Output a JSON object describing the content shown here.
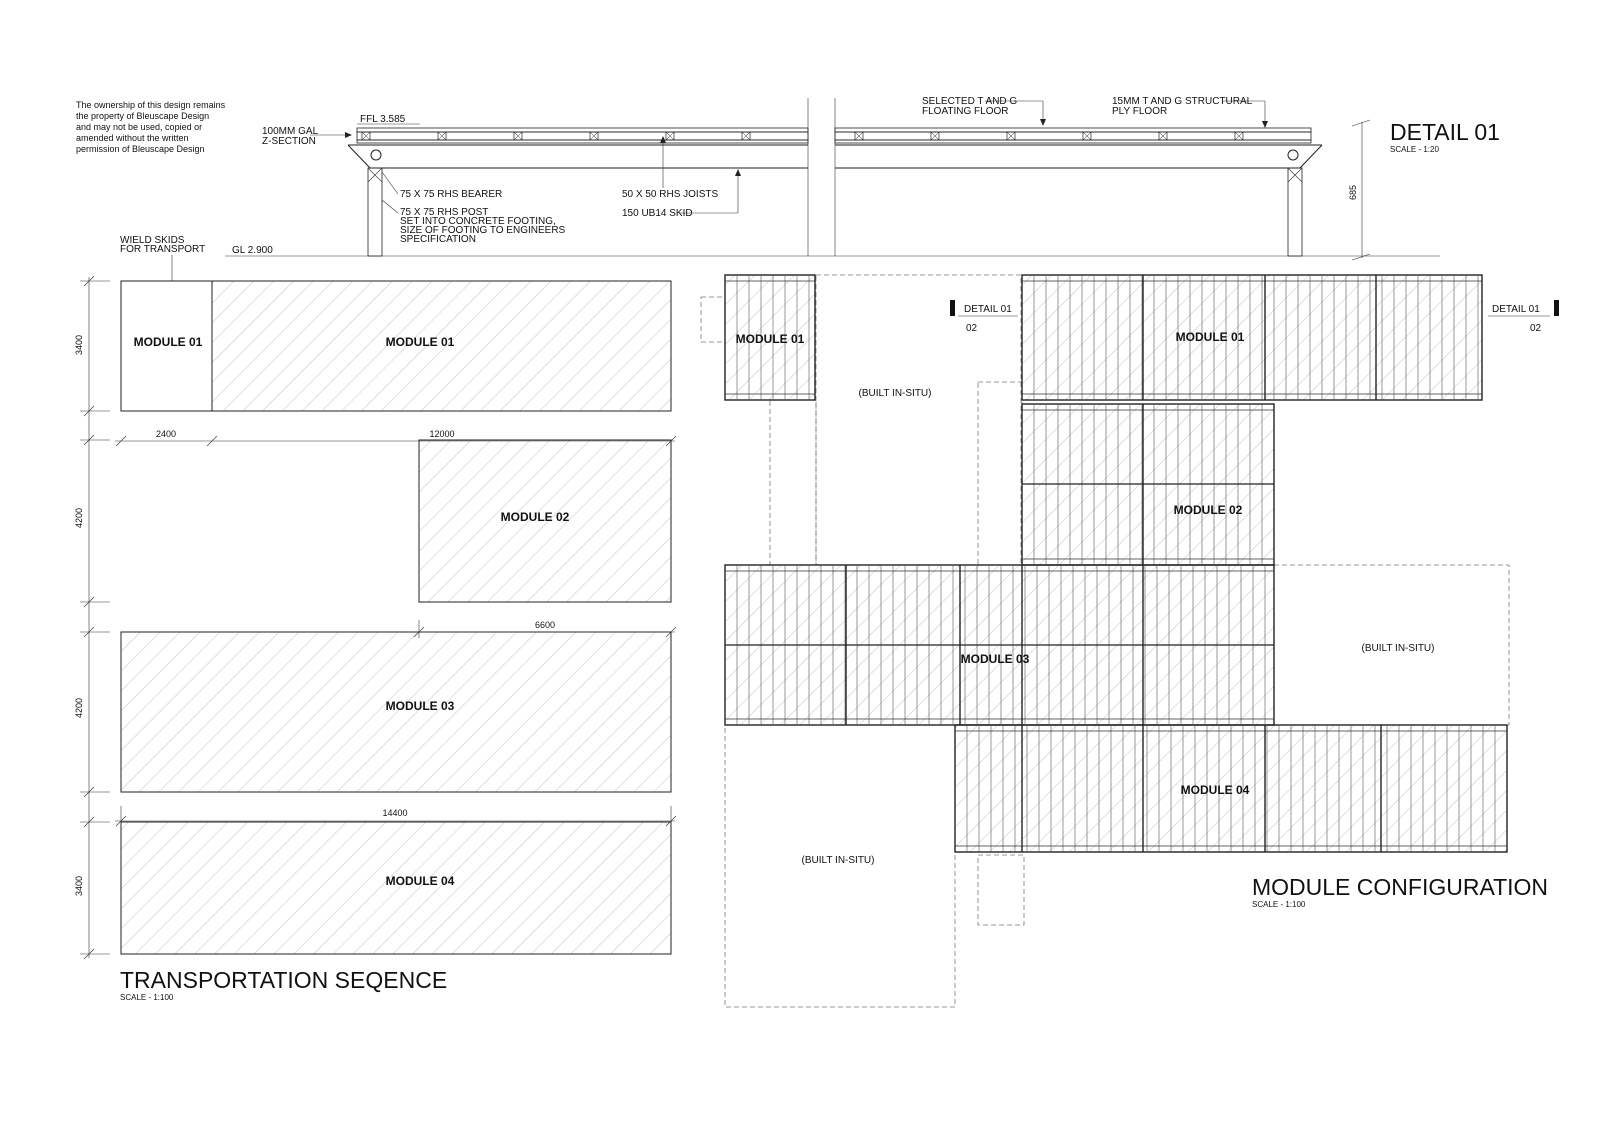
{
  "ownership_note": [
    "The ownership of this design remains",
    "the property of Bleuscape Design",
    "and may not be used, copied or",
    "amended without the written",
    "permission of Bleuscape Design"
  ],
  "detail": {
    "title": "DETAIL 01",
    "scale": "SCALE - 1:20",
    "ffl": "FFL 3.585",
    "gl": "GL 2.900",
    "height_dim": "685",
    "callouts": {
      "z_section": [
        "100MM GAL",
        "Z-SECTION"
      ],
      "bearer": "75 X 75 RHS BEARER",
      "post": [
        "75 X 75 RHS POST",
        "SET INTO CONCRETE FOOTING,",
        "SIZE OF FOOTING TO ENGINEERS",
        "SPECIFICATION"
      ],
      "joists": "50 X 50 RHS JOISTS",
      "skid": "150 UB14 SKID",
      "floating_floor": [
        "SELECTED T AND G",
        "FLOATING FLOOR"
      ],
      "ply_floor": [
        "15MM T AND G STRUCTURAL",
        "PLY FLOOR"
      ],
      "wield_skids": [
        "WIELD SKIDS",
        "FOR TRANSPORT"
      ]
    }
  },
  "transport": {
    "title": "TRANSPORTATION SEQENCE",
    "scale": "SCALE - 1:100",
    "modules": {
      "m01_small": "MODULE 01",
      "m01_large": "MODULE 01",
      "m02": "MODULE 02",
      "m03": "MODULE 03",
      "m04": "MODULE 04"
    },
    "dims": {
      "d2400": "2400",
      "d12000": "12000",
      "d6600": "6600",
      "d14400": "14400",
      "h3400a": "3400",
      "h4200a": "4200",
      "h4200b": "4200",
      "h3400b": "3400"
    }
  },
  "configuration": {
    "title": "MODULE CONFIGURATION",
    "scale": "SCALE - 1:100",
    "modules": {
      "m01_left": "MODULE 01",
      "m01_right": "MODULE 01",
      "m02": "MODULE 02",
      "m03": "MODULE 03",
      "m04": "MODULE 04"
    },
    "built_in_situ": "(BUILT IN-SITU)",
    "section_marker": {
      "label": "DETAIL 01",
      "sheet": "02"
    }
  }
}
